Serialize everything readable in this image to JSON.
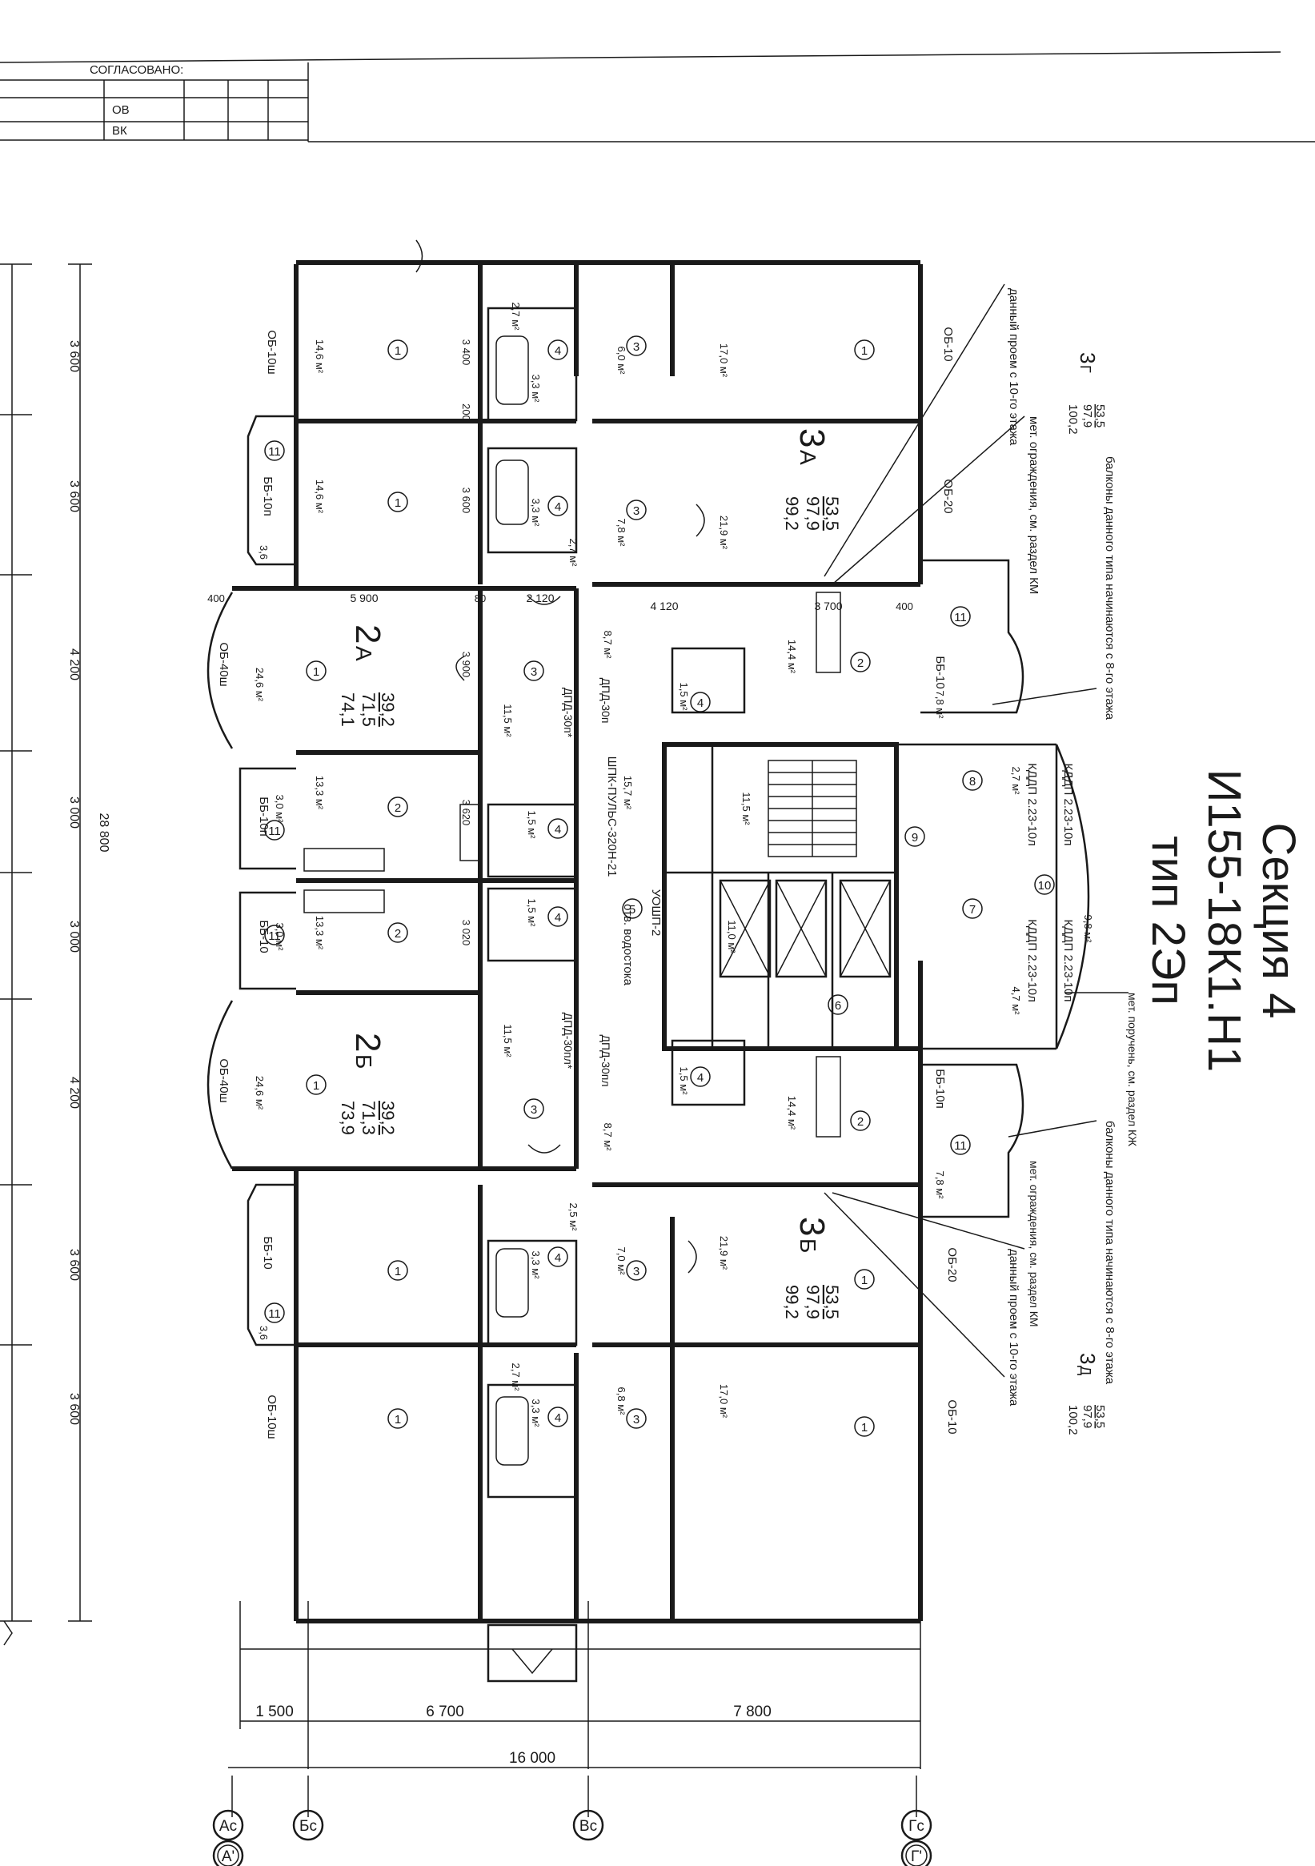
{
  "approval": {
    "title": "СОГЛАСОВАНО:",
    "rows": [
      "ОВ",
      "ВК"
    ]
  },
  "title": {
    "line1": "Секция 4",
    "line2": "И155-18К1.Н1",
    "line3": "тип 2Эп"
  },
  "left_dims": {
    "labels": [
      "3 600",
      "3 600",
      "4 200",
      "3 000",
      "3 000",
      "4 200",
      "3 600",
      "3 600"
    ],
    "total": "28 800"
  },
  "bottom_dims": {
    "row1": [
      "1 500",
      "6 700",
      "7 800"
    ],
    "total": "16 000"
  },
  "axes": [
    "Ас",
    "А'",
    "Бс",
    "Вс",
    "Гс",
    "Г'"
  ],
  "apartments": [
    {
      "num": "2",
      "letter": "А",
      "living": "39,2",
      "total": "71,5",
      "gross": "74,1"
    },
    {
      "num": "2",
      "letter": "Б",
      "living": "39,2",
      "total": "71,3",
      "gross": "73,9"
    },
    {
      "num": "3",
      "letter": "А",
      "living": "53,5",
      "total": "97,9",
      "gross": "99,2"
    },
    {
      "num": "3",
      "letter": "Б",
      "living": "53,5",
      "total": "97,9",
      "gross": "99,2"
    }
  ],
  "apt_3g": {
    "num": "3",
    "letter": "Г",
    "living": "53,5",
    "total": "97,9",
    "gross": "100,2"
  },
  "apt_3d": {
    "num": "3",
    "letter": "Д",
    "living": "53,5",
    "total": "97,9",
    "gross": "100,2"
  },
  "notes": {
    "n1": "данный проем с 10-го этажа",
    "n2": "мет. ограждения, см. раздел КМ",
    "n3": "балконы данного типа начинаются с 8-го этажа",
    "n4": "мет. поручень, см. раздел КЖ",
    "n5": "балконы данного типа начинаются с 8-го этажа",
    "n6": "мет. ограждения, см. раздел КМ",
    "n7": "данный проем с 10-го этажа"
  },
  "windows": [
    "ОБ-10ш",
    "ББ-10п",
    "ОБ-40ш",
    "ББ-10п",
    "ББ-10",
    "ОБ-40ш",
    "ББ-10",
    "ОБ-10ш",
    "ОБ-10",
    "ОБ-20",
    "ББ-10",
    "ББ-10п",
    "ОБ-20",
    "ОБ-10"
  ],
  "doors": [
    "ДПД-30п",
    "ДПД-30п*",
    "ДПД-30пл",
    "ДПД-30пл*",
    "КДДП 2.23-10п",
    "КДДП 2.23-10л",
    "КДДП 2.23-10л",
    "КДДП 2.23-10п"
  ],
  "devices": [
    "ШПК-ПУЛЬС-320Н-21",
    "отв. водостока",
    "УОШП-2"
  ],
  "areas": {
    "a_14_6": "14,6 м²",
    "a_13_3": "13,3 м²",
    "a_24_6": "24,6 м²",
    "a_11_5": "11,5 м²",
    "a_17_0": "17,0 м²",
    "a_21_9": "21,9 м²",
    "a_14_4": "14,4 м²",
    "a_7_8": "7,8 м²",
    "a_6_0": "6,0 м²",
    "a_7_8b": "7,8 м²",
    "a_8_7": "8,7 м²",
    "a_1_5": "1,5 м²",
    "a_3_3": "3,3 м²",
    "a_2_7": "2,7 м²",
    "a_3_0": "3,0 м²",
    "a_3_6": "3,6",
    "a_7_0": "7,0 м²",
    "a_6_8": "6,8 м²",
    "a_2_5": "2,5 м²",
    "a_11_0": "11,0 м²",
    "a_15_7": "15,7 м²",
    "a_11_5b": "11,5 м²",
    "a_9_8": "9,8 м²",
    "a_2_7b": "2,7 м²",
    "a_4_7": "4,7 м²"
  },
  "inner_dims": [
    "3 400",
    "3 600",
    "5 900",
    "3 900",
    "2 120",
    "4 120",
    "3 700",
    "400",
    "80",
    "200",
    "3 620",
    "3 020",
    "400"
  ],
  "room_marks": [
    "1",
    "2",
    "3",
    "4",
    "5",
    "6",
    "7",
    "8",
    "9",
    "10",
    "11"
  ]
}
